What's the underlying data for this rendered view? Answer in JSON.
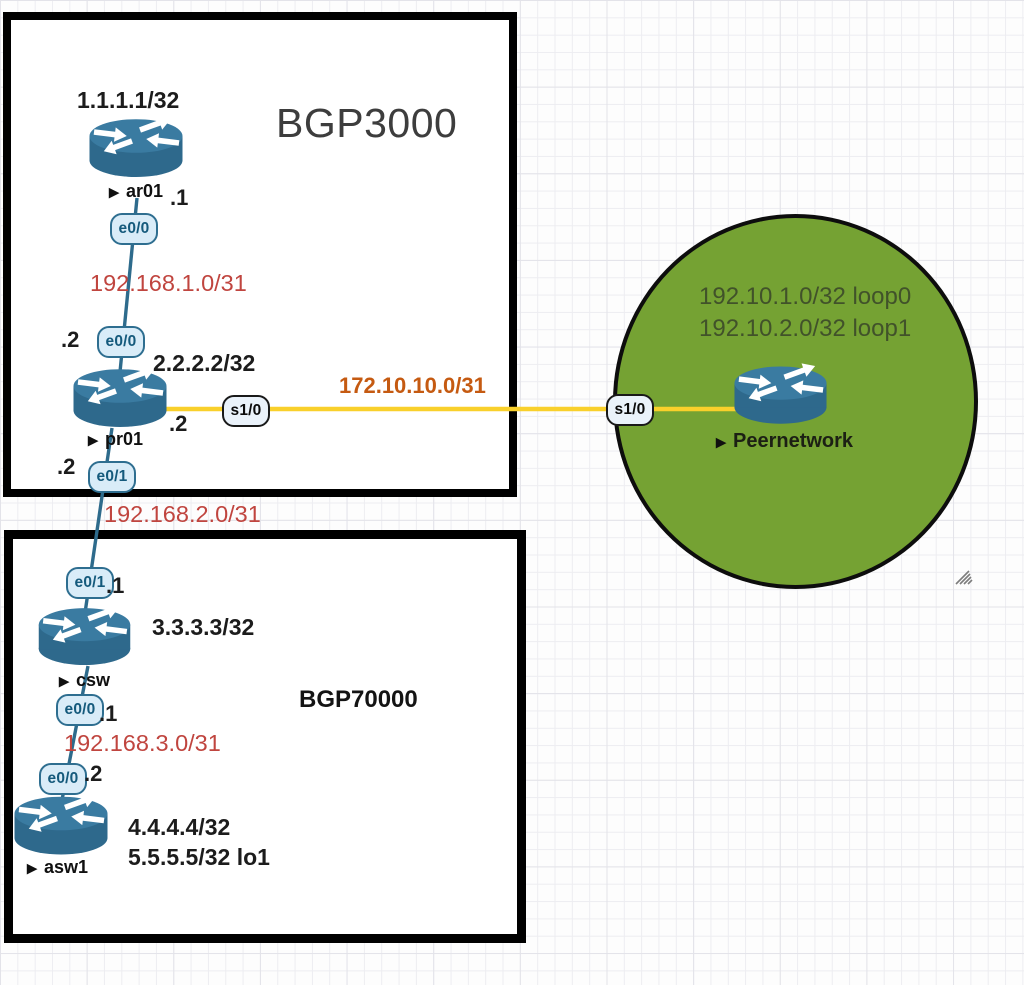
{
  "as_boxes": [
    {
      "label": "BGP3000"
    },
    {
      "label": "BGP70000"
    }
  ],
  "devices": {
    "ar01": {
      "name": "ar01",
      "loopback": "1.1.1.1/32"
    },
    "pr01": {
      "name": "pr01",
      "loopback": "2.2.2.2/32"
    },
    "csw": {
      "name": "csw",
      "loopback": "3.3.3.3/32"
    },
    "asw1": {
      "name": "asw1",
      "loopback1": "4.4.4.4/32",
      "loopback2": "5.5.5.5/32 lo1"
    },
    "peer": {
      "name": "Peernetwork"
    }
  },
  "peer_cloud": {
    "loopback0": "192.10.1.0/32 loop0",
    "loopback1": "192.10.2.0/32 loop1"
  },
  "links": {
    "ar01_pr01": {
      "subnet": "192.168.1.0/31",
      "top_if": "e0/0",
      "top_addr": ".1",
      "bottom_if": "e0/0",
      "bottom_addr": ".2"
    },
    "pr01_csw": {
      "subnet": "192.168.2.0/31",
      "top_if": "e0/1",
      "top_addr": ".2",
      "bottom_if": "e0/1",
      "bottom_addr": ".1"
    },
    "csw_asw1": {
      "subnet": "192.168.3.0/31",
      "top_if": "e0/0",
      "top_addr": ".1",
      "bottom_if": "e0/0",
      "bottom_addr": ".2"
    },
    "pr01_peer": {
      "subnet": "172.10.10.0/31",
      "left_if": "s1/0",
      "left_addr": ".2",
      "right_if": "s1/0"
    }
  },
  "icons": {
    "device_marker": "▶"
  },
  "colors": {
    "ethernet_link": "#2e6b8c",
    "serial_link": "#f9d02b",
    "subnet_label": "#c0453f",
    "serial_subnet_label": "#c55a11",
    "cloud_fill": "#75a233",
    "router_body": "#2e698c",
    "router_top": "#3a7ba1",
    "box_border": "#000000"
  }
}
